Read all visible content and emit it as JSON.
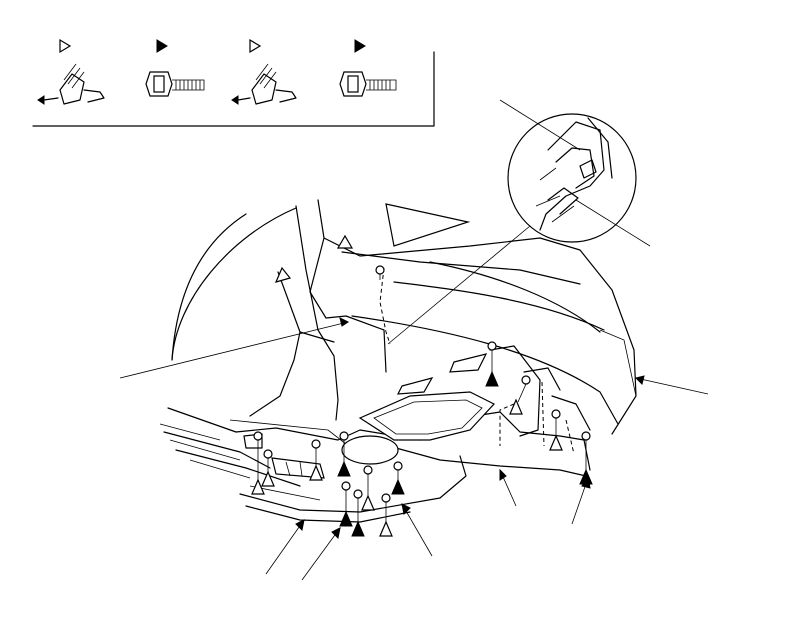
{
  "legend": {
    "items": [
      {
        "marker": "open-triangle",
        "fastener": "clip-icon"
      },
      {
        "marker": "solid-triangle",
        "fastener": "bolt-icon"
      },
      {
        "marker": "open-triangle",
        "fastener": "clip-icon"
      },
      {
        "marker": "solid-triangle",
        "fastener": "bolt-icon"
      }
    ]
  },
  "colors": {
    "line": "#000000",
    "background": "#ffffff"
  }
}
